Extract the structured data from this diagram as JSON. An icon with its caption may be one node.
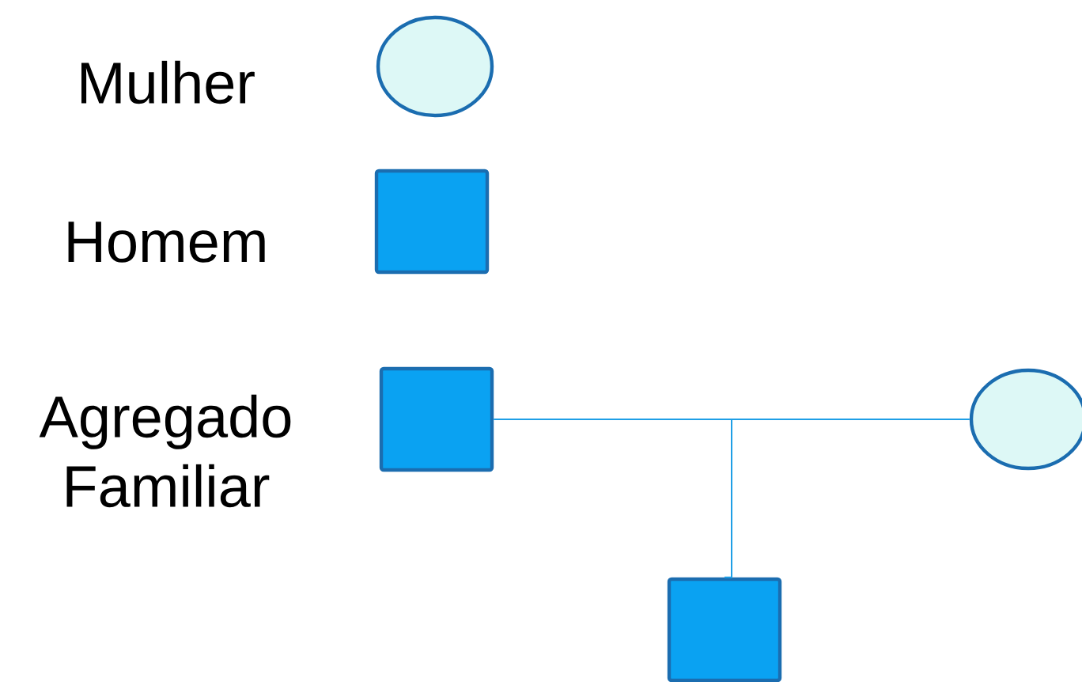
{
  "diagram": {
    "nodes": [
      {
        "text": [],
        "shape": "circle"
      },
      {
        "text": [],
        "shape": "box"
      },
      {
        "text": [],
        "shape": "box"
      },
      {
        "text": [],
        "shape": "circle"
      },
      {
        "text": [],
        "shape": "box"
      }
    ],
    "edges": [
      {
        "from": 2,
        "to": 3,
        "arrow": "none"
      },
      {
        "from": null,
        "to": 4,
        "arrow": "none"
      }
    ],
    "labels": [
      "Agregado Familiar"
    ],
    "legend": [
      {
        "text": "Mulher"
      },
      {
        "text": "Homem"
      }
    ]
  }
}
